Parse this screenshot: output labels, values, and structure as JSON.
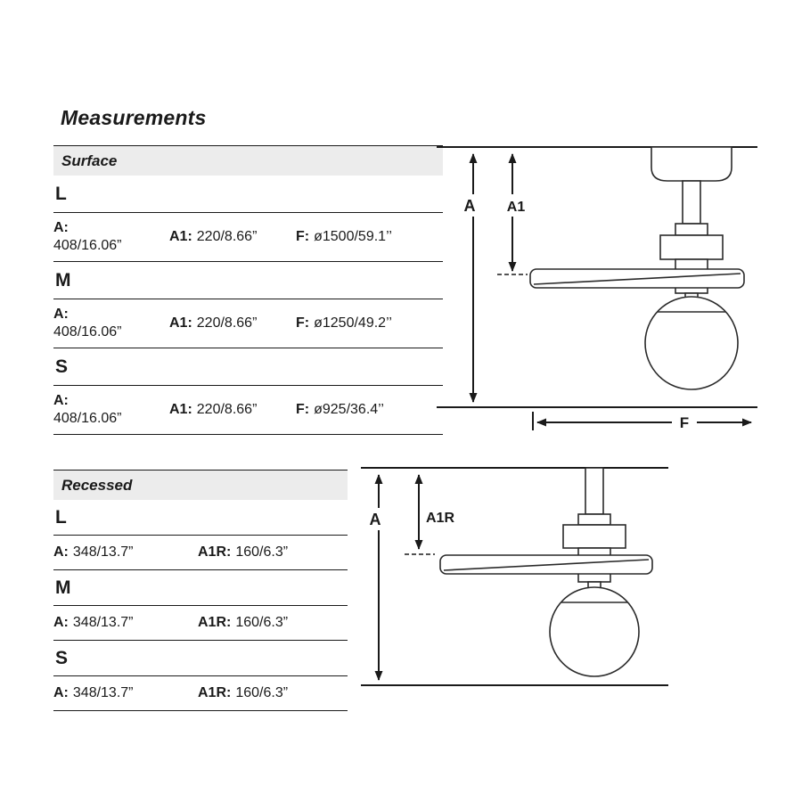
{
  "title": "Measurements",
  "surface": {
    "header": "Surface",
    "rows": [
      {
        "size": "L",
        "a_label": "A:",
        "a_value": "408/16.06”",
        "a1_label": "A1:",
        "a1_value": "220/8.66”",
        "f_label": "F:",
        "f_value": "ø1500/59.1’’"
      },
      {
        "size": "M",
        "a_label": "A:",
        "a_value": "408/16.06”",
        "a1_label": "A1:",
        "a1_value": "220/8.66”",
        "f_label": "F:",
        "f_value": "ø1250/49.2’’"
      },
      {
        "size": "S",
        "a_label": "A:",
        "a_value": "408/16.06”",
        "a1_label": "A1:",
        "a1_value": "220/8.66”",
        "f_label": "F:",
        "f_value": "ø925/36.4’’"
      }
    ],
    "diagram": {
      "dim_a": "A",
      "dim_a1": "A1",
      "dim_f": "F"
    }
  },
  "recessed": {
    "header": "Recessed",
    "rows": [
      {
        "size": "L",
        "a_label": "A:",
        "a_value": "348/13.7”",
        "a1r_label": "A1R:",
        "a1r_value": "160/6.3”"
      },
      {
        "size": "M",
        "a_label": "A:",
        "a_value": "348/13.7”",
        "a1r_label": "A1R:",
        "a1r_value": "160/6.3”"
      },
      {
        "size": "S",
        "a_label": "A:",
        "a_value": "348/13.7”",
        "a1r_label": "A1R:",
        "a1r_value": "160/6.3”"
      }
    ],
    "diagram": {
      "dim_a": "A",
      "dim_a1r": "A1R"
    }
  }
}
